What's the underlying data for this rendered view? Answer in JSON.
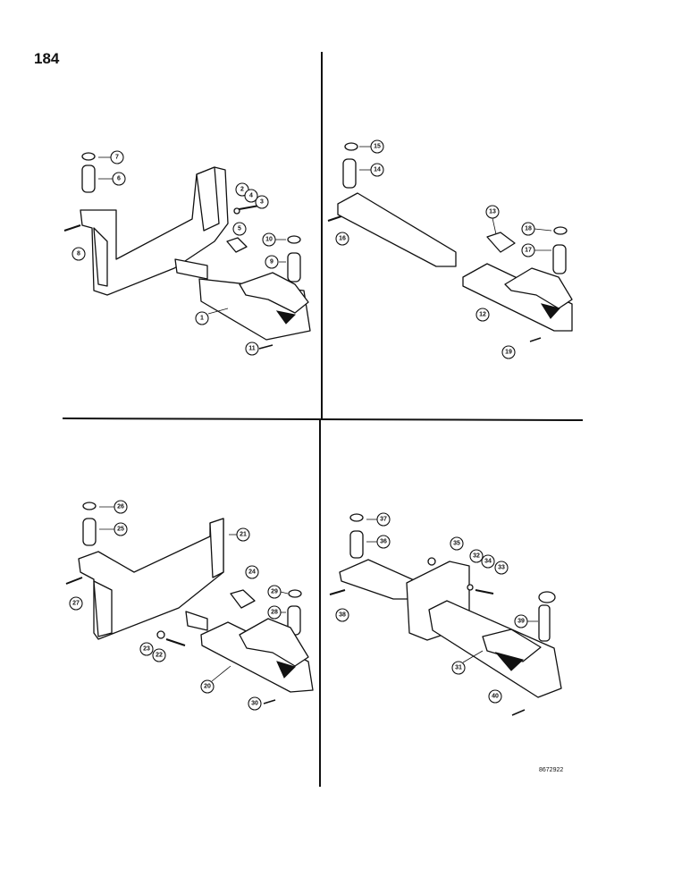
{
  "page": {
    "number": "184",
    "drawing_code": "8672922"
  },
  "callouts": [
    "1",
    "2",
    "3",
    "4",
    "5",
    "6",
    "7",
    "8",
    "9",
    "10",
    "11",
    "12",
    "13",
    "14",
    "15",
    "16",
    "17",
    "18",
    "19",
    "20",
    "21",
    "22",
    "23",
    "24",
    "25",
    "26",
    "27",
    "28",
    "29",
    "30",
    "31",
    "32",
    "33",
    "34",
    "35",
    "36",
    "37",
    "38",
    "39",
    "40"
  ]
}
